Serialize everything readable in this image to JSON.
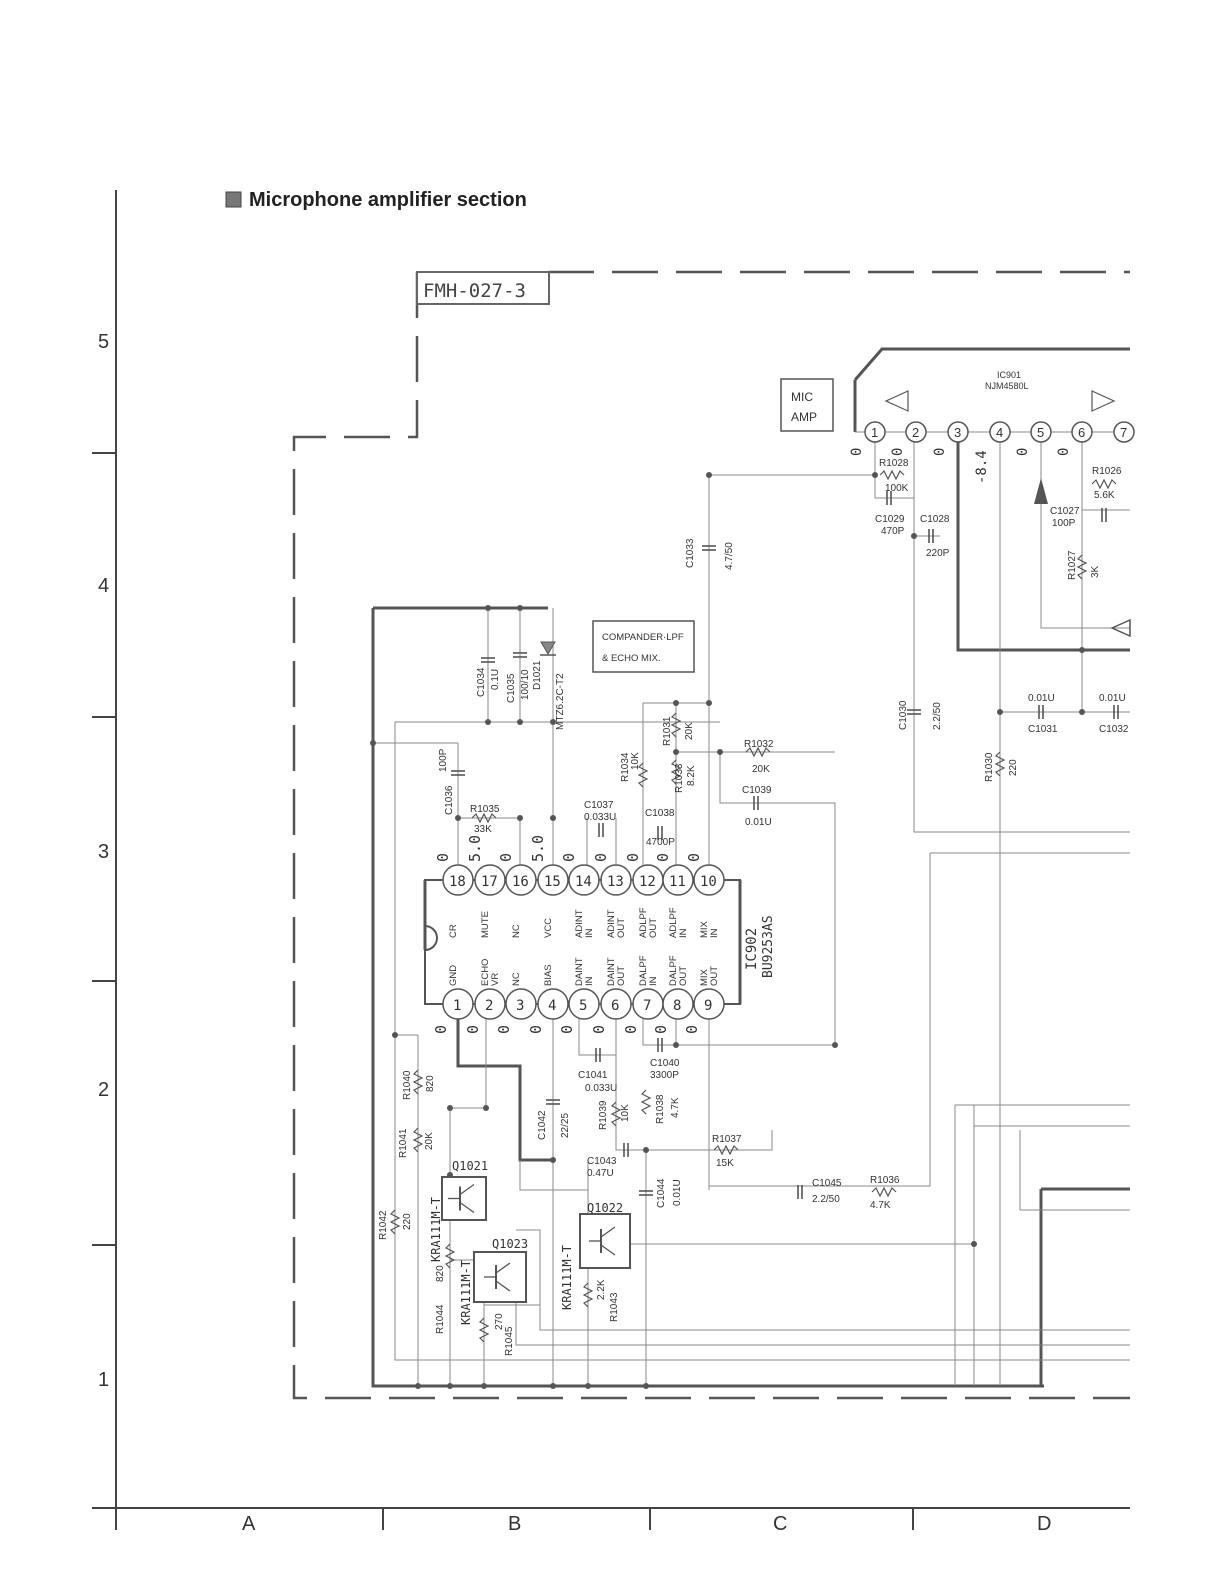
{
  "section_title": "Microphone amplifier section",
  "board_label": "FMH-027-3",
  "row_labels": [
    "5",
    "4",
    "3",
    "2",
    "1"
  ],
  "col_labels": [
    "A",
    "B",
    "C",
    "D"
  ],
  "blocks": {
    "mic_amp": [
      "MIC",
      "AMP"
    ],
    "compander": [
      "COMPANDER·LPF",
      "& ECHO MIX."
    ]
  },
  "ic901": {
    "ref": "IC901",
    "part": "NJM4580L",
    "pins": [
      "1",
      "2",
      "3",
      "4",
      "5",
      "6",
      "7"
    ],
    "voltages": [
      "0",
      "0",
      "0",
      "-8.4",
      "0",
      "0"
    ]
  },
  "ic902": {
    "ref": "IC902",
    "part": "BU9253AS",
    "top_pins": [
      "18",
      "17",
      "16",
      "15",
      "14",
      "13",
      "12",
      "11",
      "10"
    ],
    "top_names": [
      "CR",
      "MUTE",
      "NC",
      "VCC",
      "ADINT IN",
      "ADINT OUT",
      "ADLPF OUT",
      "ADLPF IN",
      "MIX IN"
    ],
    "top_voltages": [
      "0",
      "5.0",
      "0",
      "5.0",
      "0",
      "0",
      "0",
      "0",
      "0"
    ],
    "bottom_pins": [
      "1",
      "2",
      "3",
      "4",
      "5",
      "6",
      "7",
      "8",
      "9"
    ],
    "bottom_names": [
      "GND",
      "ECHO VR",
      "NC",
      "BIAS",
      "DAINT IN",
      "DAINT OUT",
      "DALPF IN",
      "DALPF OUT",
      "MIX OUT"
    ],
    "bottom_voltages": [
      "0",
      "0",
      "0",
      "0",
      "0",
      "0",
      "0",
      "0",
      "0"
    ]
  },
  "components": [
    {
      "ref": "R1028",
      "value": "100K"
    },
    {
      "ref": "C1029",
      "value": "470P"
    },
    {
      "ref": "C1028",
      "value": "220P"
    },
    {
      "ref": "R1026",
      "value": "5.6K"
    },
    {
      "ref": "C1027",
      "value": "100P"
    },
    {
      "ref": "R1027",
      "value": "3K"
    },
    {
      "ref": "C1033",
      "value": "4.7/50"
    },
    {
      "ref": "C1034",
      "value": "0.1U"
    },
    {
      "ref": "C1035",
      "value": "100/10"
    },
    {
      "ref": "D1021",
      "value": "MTZ6.2C-T2"
    },
    {
      "ref": "C1030",
      "value": "2.2/50"
    },
    {
      "ref": "C1031",
      "value": "0.01U"
    },
    {
      "ref": "C1032",
      "value": "0.01U"
    },
    {
      "ref": "R1030",
      "value": "220"
    },
    {
      "ref": "R1031",
      "value": "20K"
    },
    {
      "ref": "R1032",
      "value": "20K"
    },
    {
      "ref": "R1033",
      "value": "8.2K"
    },
    {
      "ref": "R1034",
      "value": "10K"
    },
    {
      "ref": "C1036",
      "value": "100P"
    },
    {
      "ref": "R1035",
      "value": "33K"
    },
    {
      "ref": "C1037",
      "value": "0.033U"
    },
    {
      "ref": "C1038",
      "value": "4700P"
    },
    {
      "ref": "C1039",
      "value": "0.01U"
    },
    {
      "ref": "C1040",
      "value": "3300P"
    },
    {
      "ref": "C1041",
      "value": "0.033U"
    },
    {
      "ref": "C1042",
      "value": "22/25"
    },
    {
      "ref": "R1039",
      "value": "10K"
    },
    {
      "ref": "R1038",
      "value": "4.7K"
    },
    {
      "ref": "R1037",
      "value": "15K"
    },
    {
      "ref": "C1043",
      "value": "0.47U"
    },
    {
      "ref": "C1044",
      "value": "0.01U"
    },
    {
      "ref": "C1045",
      "value": "2.2/50"
    },
    {
      "ref": "R1036",
      "value": "4.7K"
    },
    {
      "ref": "R1040",
      "value": "820"
    },
    {
      "ref": "R1041",
      "value": "20K"
    },
    {
      "ref": "R1042",
      "value": "220"
    },
    {
      "ref": "R1044",
      "value": "820"
    },
    {
      "ref": "R1045",
      "value": "270"
    },
    {
      "ref": "R1043",
      "value": "2.2K"
    }
  ],
  "transistors": [
    {
      "ref": "Q1021",
      "part": "KRA111M-T"
    },
    {
      "ref": "Q1022",
      "part": "KRA111M-T"
    },
    {
      "ref": "Q1023",
      "part": "KRA111M-T"
    }
  ]
}
